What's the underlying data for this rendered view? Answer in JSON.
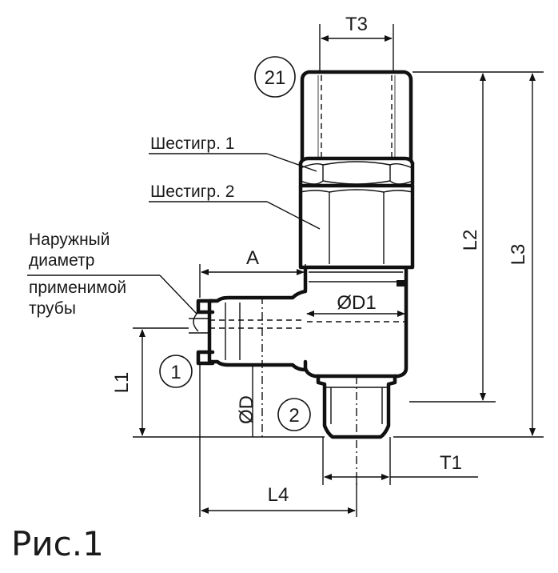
{
  "figure": {
    "caption": "Рис.1"
  },
  "dimensions": {
    "t3": "T3",
    "t1": "T1",
    "a": "A",
    "l1": "L1",
    "l2": "L2",
    "l3": "L3",
    "l4": "L4",
    "d": "ØD",
    "d1": "ØD1"
  },
  "callouts": {
    "hex1": "Шестигр. 1",
    "hex2": "Шестигр. 2",
    "tube_line1": "Наружный",
    "tube_line2": "диаметр",
    "tube_line3": "применимой",
    "tube_line4": "трубы"
  },
  "markers": {
    "m1": "1",
    "m2": "2",
    "m21": "21"
  }
}
